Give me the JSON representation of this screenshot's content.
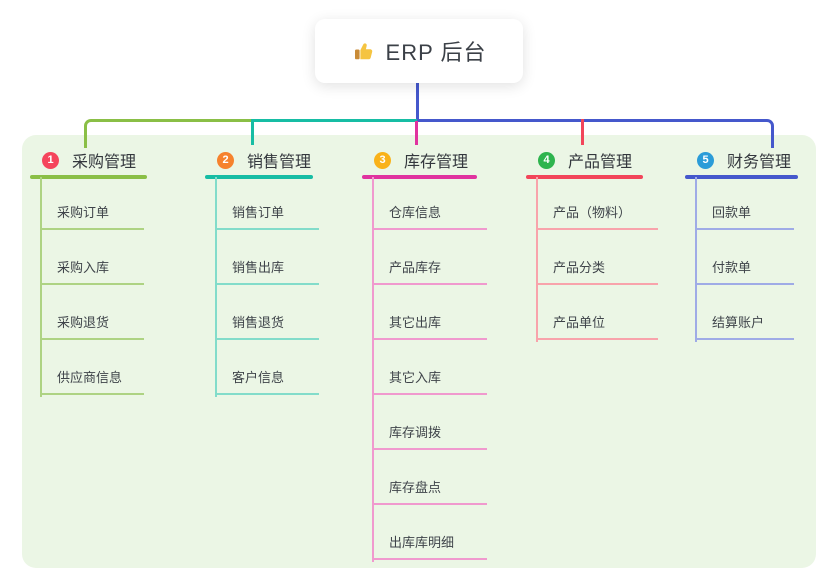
{
  "root": {
    "label": "ERP 后台",
    "icon": "thumbs-up-icon"
  },
  "colors": {
    "canvas_bg": "#ffffff",
    "panel_bg": "#ebf6e5",
    "root_text": "#3b4047",
    "header_text": "#33373d",
    "child_text": "#3f444a",
    "root_connector": "#4558cc",
    "emoji_hand": "#f5c441",
    "emoji_sleeve": "#c98b37"
  },
  "branches": [
    {
      "badge": "1",
      "badge_color": "#f5455c",
      "line_color": "#8abf46",
      "line_color_light": "#aed383",
      "label": "采购管理",
      "children": [
        "采购订单",
        "采购入库",
        "采购退货",
        "供应商信息"
      ]
    },
    {
      "badge": "2",
      "badge_color": "#f6822d",
      "line_color": "#17bda4",
      "line_color_light": "#82dcca",
      "label": "销售管理",
      "children": [
        "销售订单",
        "销售出库",
        "销售退货",
        "客户信息"
      ]
    },
    {
      "badge": "3",
      "badge_color": "#f9b219",
      "line_color": "#e0339f",
      "line_color_light": "#f099ce",
      "label": "库存管理",
      "children": [
        "仓库信息",
        "产品库存",
        "其它出库",
        "其它入库",
        "库存调拨",
        "库存盘点",
        "出库库明细"
      ]
    },
    {
      "badge": "4",
      "badge_color": "#2eb44e",
      "line_color": "#f2455a",
      "line_color_light": "#f8a3ab",
      "label": "产品管理",
      "children": [
        "产品（物料）",
        "产品分类",
        "产品单位"
      ]
    },
    {
      "badge": "5",
      "badge_color": "#2b9cd8",
      "line_color": "#4558cc",
      "line_color_light": "#9fabe6",
      "label": "财务管理",
      "children": [
        "回款单",
        "付款单",
        "结算账户"
      ]
    }
  ]
}
